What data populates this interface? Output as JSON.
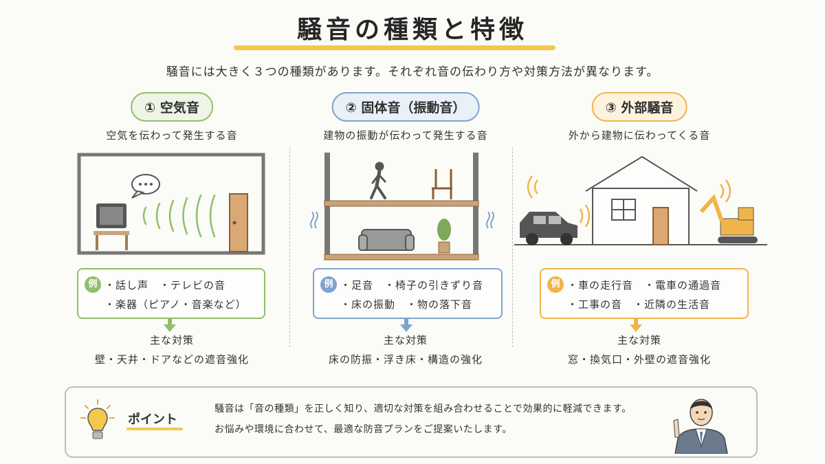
{
  "title": "騒音の種類と特徴",
  "subtitle": "騒音には大きく３つの種類があります。それぞれ音の伝わり方や対策方法が異なります。",
  "columns": [
    {
      "label": "① 空気音",
      "description": "空気を伝わって発生する音",
      "example_badge": "例",
      "examples": [
        "・話し声　・テレビの音",
        "・楽器（ピアノ・音楽など）"
      ],
      "measure_heading": "主な対策",
      "measure": "壁・天井・ドアなどの遮音強化",
      "color": "#8fbf6a",
      "pill_bg": "#eef5e6"
    },
    {
      "label": "② 固体音（振動音）",
      "description": "建物の振動が伝わって発生する音",
      "example_badge": "例",
      "examples": [
        "・足音　・椅子の引きずり音",
        "・床の振動　・物の落下音"
      ],
      "measure_heading": "主な対策",
      "measure": "床の防振・浮き床・構造の強化",
      "color": "#7ea3cc",
      "pill_bg": "#e9f0f8"
    },
    {
      "label": "③ 外部騒音",
      "description": "外から建物に伝わってくる音",
      "example_badge": "例",
      "examples": [
        "・車の走行音　・電車の通過音",
        "・工事の音　・近隣の生活音"
      ],
      "measure_heading": "主な対策",
      "measure": "窓・換気口・外壁の遮音強化",
      "color": "#f0b54a",
      "pill_bg": "#fdf3df"
    }
  ],
  "point": {
    "label": "ポイント",
    "lines": [
      "騒音は「音の種類」を正しく知り、適切な対策を組み合わせることで効果的に軽減できます。",
      "お悩みや環境に合わせて、最適な防音プランをご提案いたします。"
    ]
  },
  "colors": {
    "accent": "#f3c84e",
    "text": "#2f2f2f"
  },
  "icons": [
    "speech-bubble-icon",
    "tv-icon",
    "door-icon",
    "walking-person-icon",
    "chair-icon",
    "sofa-icon",
    "plant-icon",
    "car-icon",
    "house-icon",
    "excavator-icon",
    "light-bulb-icon",
    "presenter-icon"
  ]
}
